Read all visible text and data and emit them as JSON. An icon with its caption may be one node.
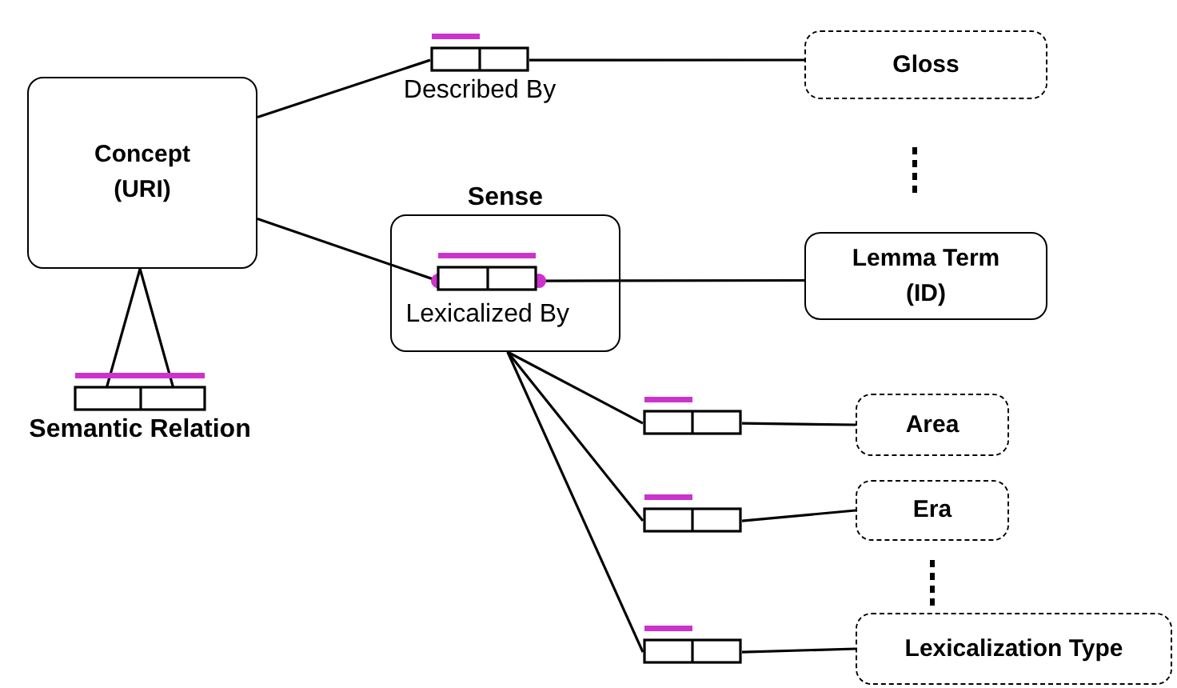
{
  "diagram": {
    "nodes": [
      {
        "text": [
          "Concept (URI)"
        ]
      },
      {
        "text": [
          "Described By"
        ]
      },
      {
        "text": [
          "Gloss"
        ]
      },
      {
        "text": [
          "Sense"
        ]
      },
      {
        "text": [
          "Lexicalized By"
        ],
        "in": 3
      },
      {
        "text": [
          "Lemma Term (ID)"
        ]
      },
      {
        "text": [
          "Semantic Relation"
        ]
      },
      {
        "text": [],
        "shape": "box"
      },
      {
        "text": [
          "Area"
        ]
      },
      {
        "text": [],
        "shape": "box"
      },
      {
        "text": [
          "Era"
        ]
      },
      {
        "text": [],
        "shape": "box"
      },
      {
        "text": [
          "Lexicalization Type"
        ]
      }
    ],
    "edges": [
      {
        "from": 0,
        "to": 1,
        "arrow": "none"
      },
      {
        "from": 1,
        "to": 2,
        "arrow": "none"
      },
      {
        "from": 0,
        "to": 4,
        "arrow": "other"
      },
      {
        "from": 5,
        "to": 4,
        "arrow": "other"
      },
      {
        "from": 0,
        "to": 6,
        "arrow": "none"
      },
      {
        "from": 0,
        "to": 6,
        "arrow": "none"
      },
      {
        "from": 3,
        "to": 7,
        "arrow": "none"
      },
      {
        "from": 7,
        "to": 8,
        "arrow": "none"
      },
      {
        "from": 3,
        "to": 9,
        "arrow": "none"
      },
      {
        "from": 9,
        "to": 10,
        "arrow": "none"
      },
      {
        "from": 3,
        "to": 11,
        "arrow": "none"
      },
      {
        "from": 11,
        "to": 12,
        "arrow": "none"
      }
    ]
  }
}
